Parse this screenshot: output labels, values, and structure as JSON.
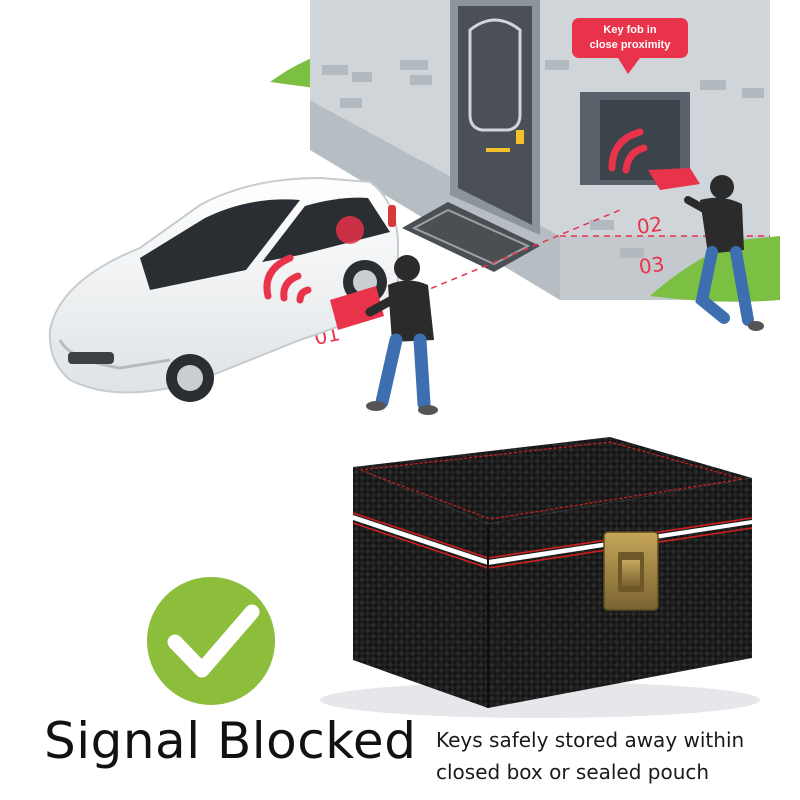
{
  "scene": {
    "bubble_lines": [
      "Key fob in",
      "close proximity"
    ],
    "step_labels": [
      "01",
      "02",
      "03"
    ]
  },
  "caption": {
    "title": "Signal Blocked",
    "description_lines": [
      "Keys safely stored away within",
      "closed box or sealed pouch"
    ]
  },
  "colors": {
    "signal_red": "#e8334a",
    "check_green": "#8cbd3b",
    "box_stitch": "#d11f1f",
    "wall": "#cfd5d9",
    "grass": "#7cc043"
  },
  "icons": [
    "check-icon",
    "wifi-signal-icon",
    "car-illustration",
    "thief-figure",
    "key-fob-box",
    "clasp-latch"
  ]
}
